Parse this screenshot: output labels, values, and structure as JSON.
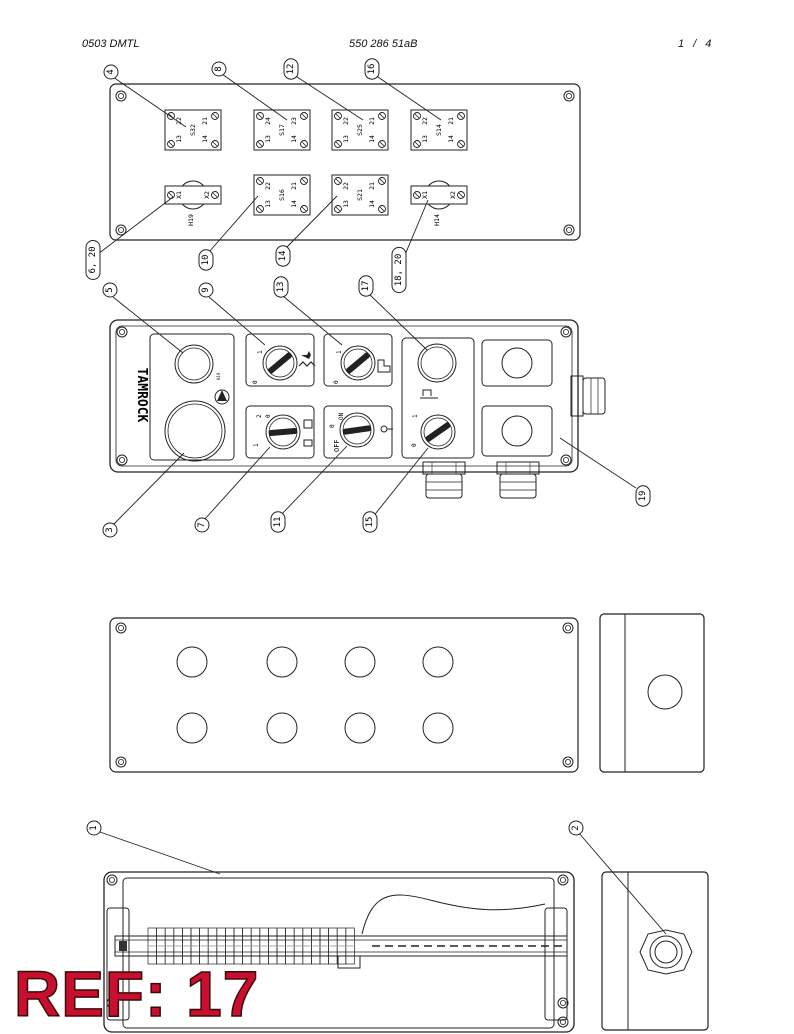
{
  "header": {
    "left": "0503 DMTL",
    "center": "550 286 51aB",
    "right": "1 / 4"
  },
  "callouts": [
    {
      "id": "c4",
      "label": "4"
    },
    {
      "id": "c8",
      "label": "8"
    },
    {
      "id": "c12",
      "label": "12"
    },
    {
      "id": "c16",
      "label": "16"
    },
    {
      "id": "c6",
      "label": "6, 20"
    },
    {
      "id": "c10",
      "label": "10"
    },
    {
      "id": "c14",
      "label": "14"
    },
    {
      "id": "c18",
      "label": "18, 20"
    },
    {
      "id": "c5",
      "label": "5"
    },
    {
      "id": "c9",
      "label": "9"
    },
    {
      "id": "c13",
      "label": "13"
    },
    {
      "id": "c17",
      "label": "17"
    },
    {
      "id": "c3",
      "label": "3"
    },
    {
      "id": "c7",
      "label": "7"
    },
    {
      "id": "c11",
      "label": "11"
    },
    {
      "id": "c15",
      "label": "15"
    },
    {
      "id": "c19",
      "label": "19"
    },
    {
      "id": "c1",
      "label": "1"
    },
    {
      "id": "c2",
      "label": "2"
    }
  ],
  "contact_blocks": [
    {
      "id": "s32",
      "name": "S32",
      "t1": "13",
      "t2": "22",
      "t3": "14",
      "t4": "21"
    },
    {
      "id": "s17",
      "name": "S17",
      "t1": "13",
      "t2": "24",
      "t3": "14",
      "t4": "23"
    },
    {
      "id": "s25",
      "name": "S25",
      "t1": "13",
      "t2": "22",
      "t3": "14",
      "t4": "21"
    },
    {
      "id": "s14",
      "name": "S14",
      "t1": "13",
      "t2": "22",
      "t3": "14",
      "t4": "21"
    },
    {
      "id": "s16",
      "name": "S16",
      "t1": "13",
      "t2": "22",
      "t3": "14",
      "t4": "21"
    },
    {
      "id": "s21",
      "name": "S21",
      "t1": "13",
      "t2": "22",
      "t3": "14",
      "t4": "21"
    }
  ],
  "lamps": [
    {
      "id": "h19",
      "name": "H19",
      "x1": "X1",
      "x2": "X2"
    },
    {
      "id": "h14",
      "name": "H14",
      "x1": "X1",
      "x2": "X2"
    }
  ],
  "switch_labels": {
    "sw9_0": "0",
    "sw9_1": "1",
    "sw13_0": "0",
    "sw13_1": "1",
    "sw7_1": "1",
    "sw7_0": "0",
    "sw7_2": "2",
    "sw11_off": "OFF",
    "sw11_0": "0",
    "sw11_on": "ON",
    "sw15_0": "0",
    "sw15_1": "1"
  },
  "brand": "TAMROCK",
  "ref_stamp": "REF: 17"
}
